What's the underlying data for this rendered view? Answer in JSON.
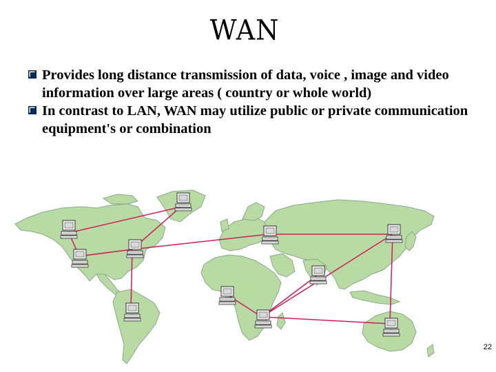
{
  "slide": {
    "title": "WAN",
    "bullets": [
      {
        "text": "Provides long distance transmission of data, voice , image and video information over large areas ( country or whole world)",
        "icon": "checkbox-bullet-icon"
      },
      {
        "text": "In contrast to LAN, WAN may utilize public or private communication equipment's or combination",
        "icon": "checkbox-bullet-icon"
      }
    ],
    "page_number": "22"
  },
  "colors": {
    "land": "#b7dba3",
    "land_stroke": "#8aa88a",
    "link": "#d01a5a",
    "bullet": "#002b5c",
    "computer_body": "#eeeeee"
  }
}
